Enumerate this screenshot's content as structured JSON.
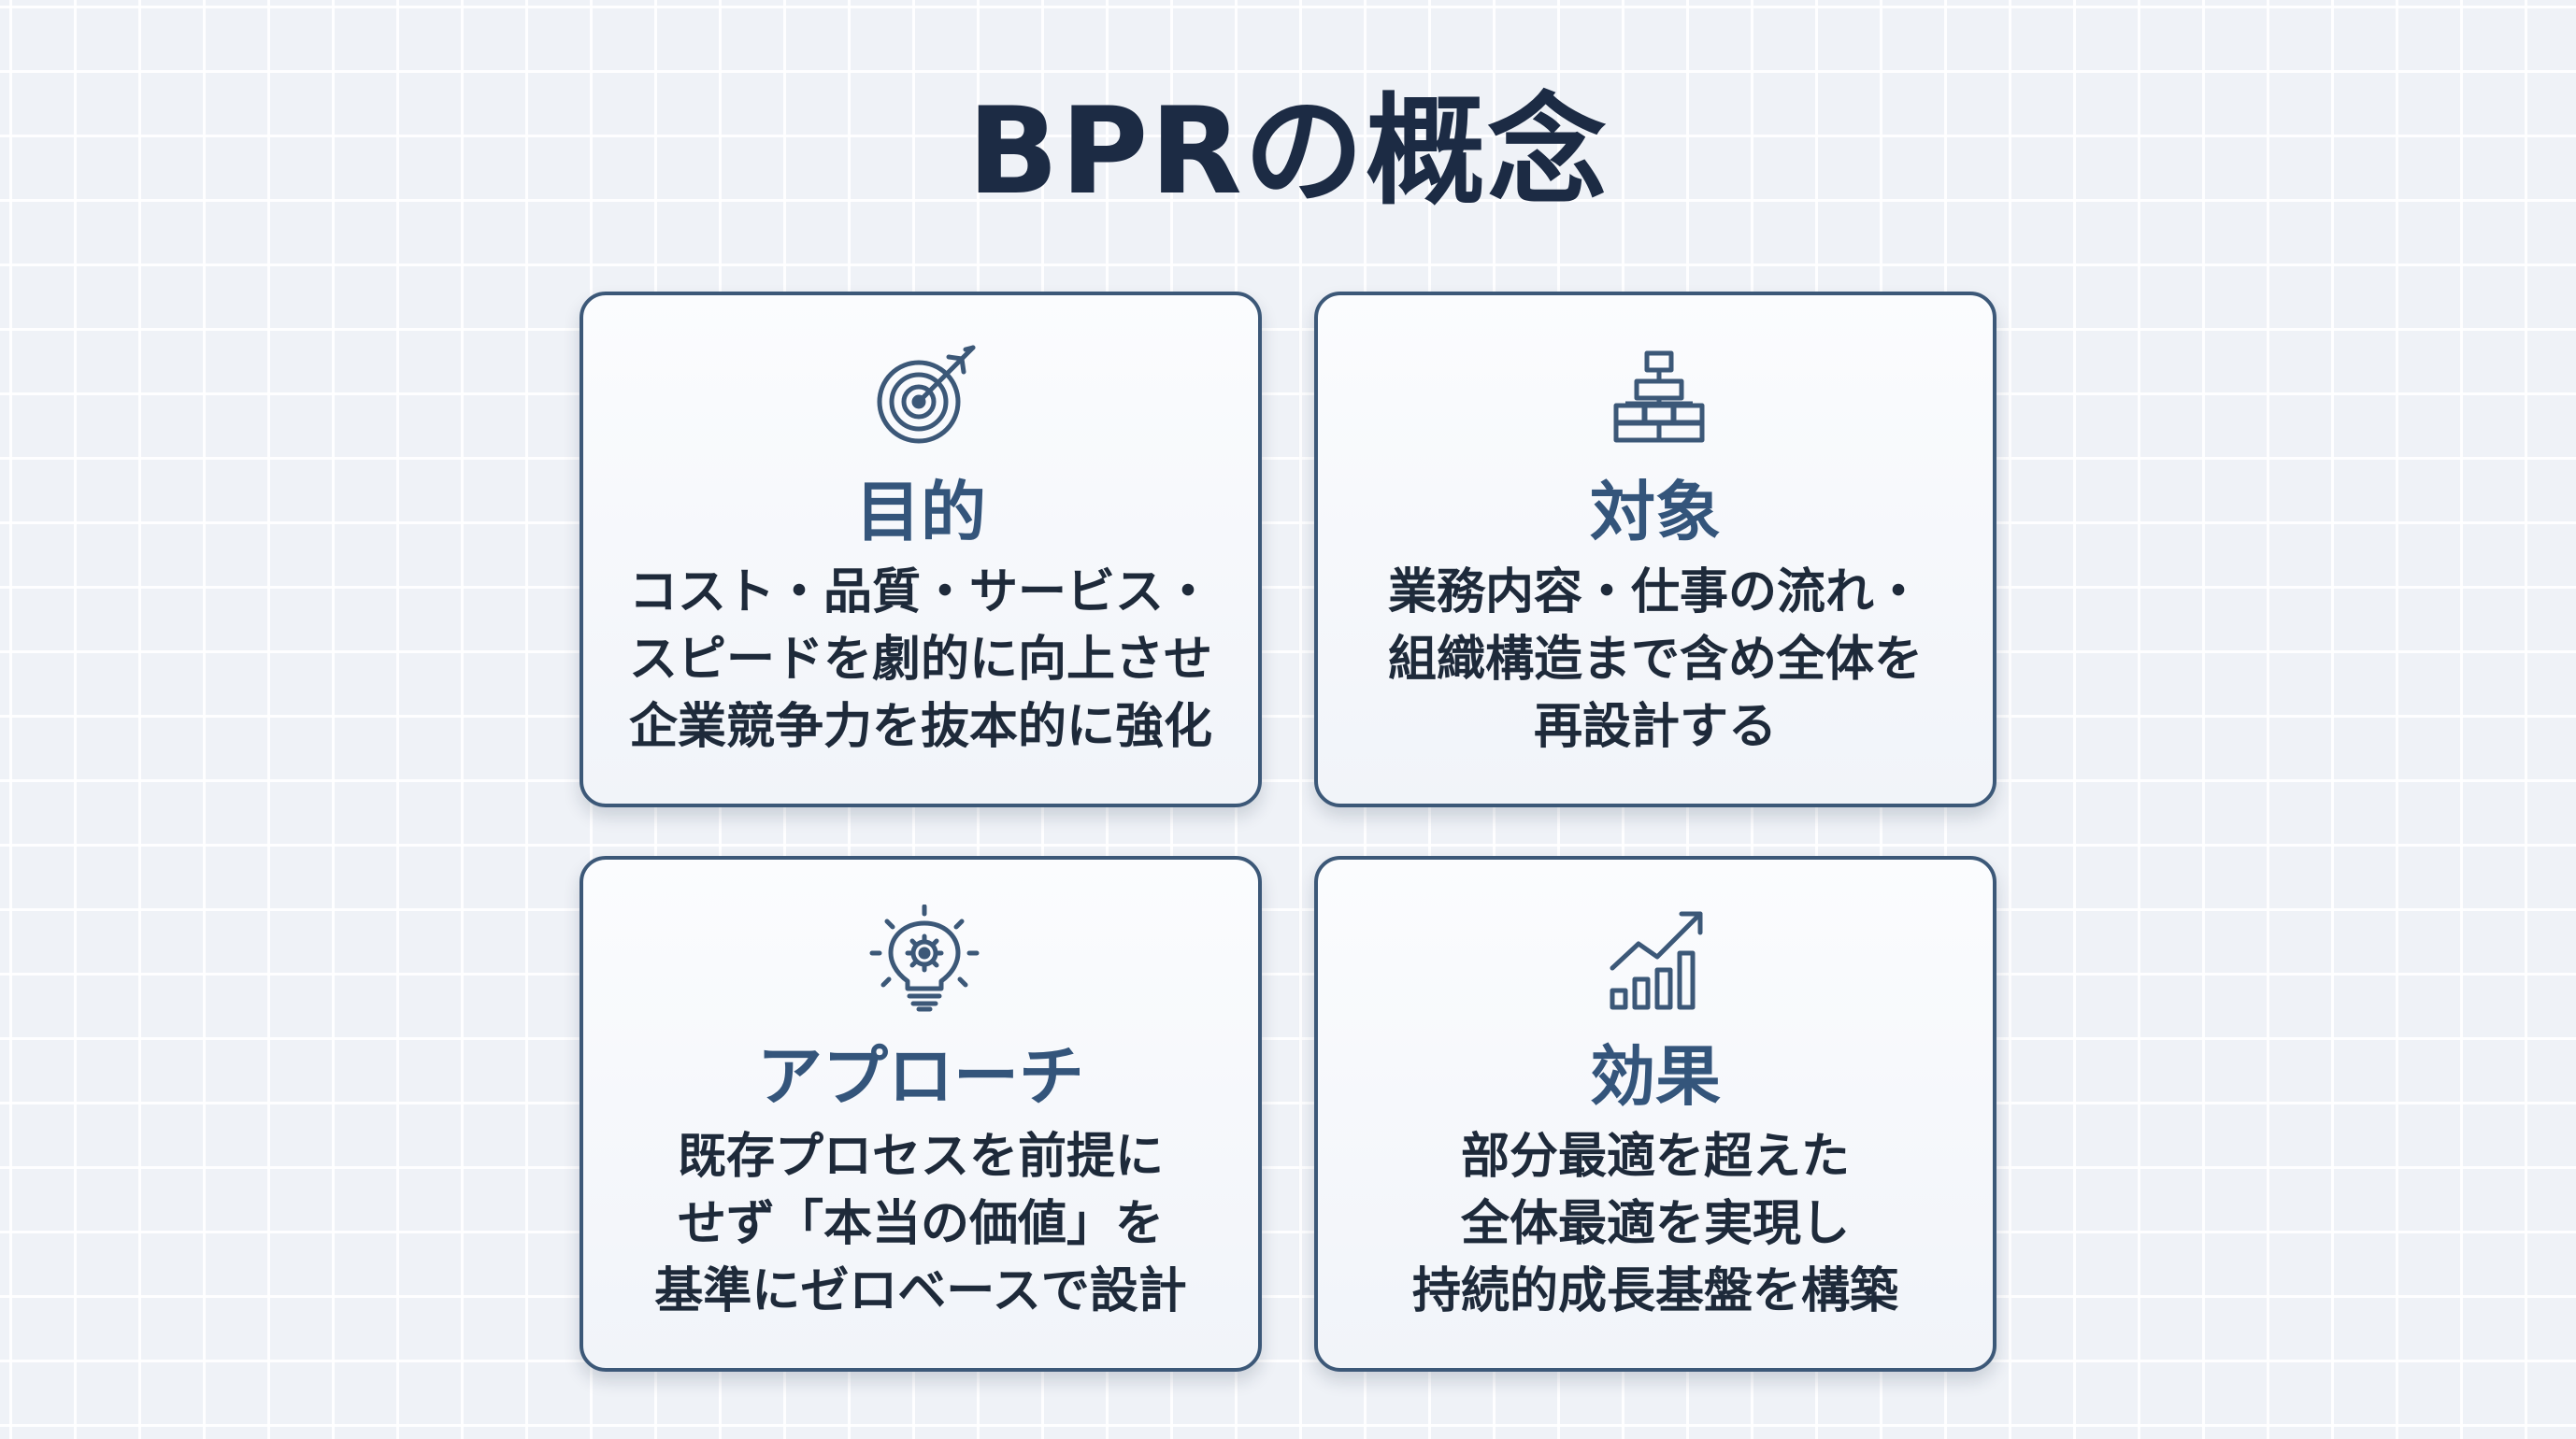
{
  "page": {
    "title": "BPRの概念"
  },
  "colors": {
    "title": "#1c2b44",
    "card_border": "#3c5878",
    "card_heading": "#34557b",
    "body_text": "#1e2a3a",
    "background": "#eff2f7"
  },
  "cards": [
    {
      "icon": "target-icon",
      "title": "目的",
      "lines": [
        "コスト・品質・サービス・",
        "スピードを劇的に向上させ",
        "企業競争力を抜本的に強化"
      ]
    },
    {
      "icon": "hierarchy-icon",
      "title": "対象",
      "lines": [
        "業務内容・仕事の流れ・",
        "組織構造まで含め全体を",
        "再設計する"
      ]
    },
    {
      "icon": "lightbulb-gear-icon",
      "title": "アプローチ",
      "lines": [
        "既存プロセスを前提に",
        "せず「本当の価値」を",
        "基準にゼロベースで設計"
      ]
    },
    {
      "icon": "growth-chart-icon",
      "title": "効果",
      "lines": [
        "部分最適を超えた",
        "全体最適を実現し",
        "持続的成長基盤を構築"
      ]
    }
  ]
}
